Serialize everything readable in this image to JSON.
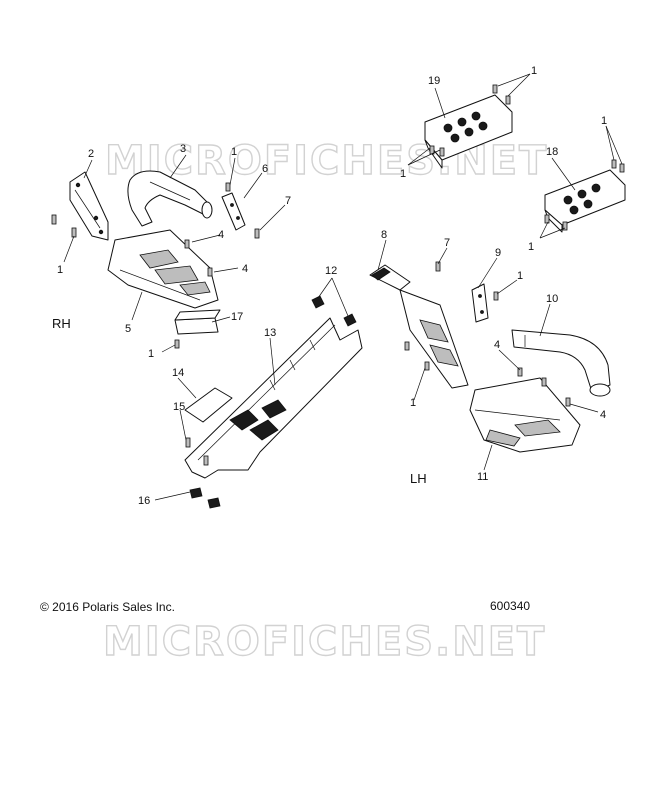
{
  "watermark": "MICROFICHES.NET",
  "side_labels": {
    "right": "RH",
    "left": "LH"
  },
  "footer": {
    "copyright": "© 2016 Polaris Sales Inc.",
    "diagram_number": "600340"
  },
  "callouts": {
    "c1a": "1",
    "c1b": "1",
    "c1c": "1",
    "c1d": "1",
    "c1e": "1",
    "c1f": "1",
    "c1g": "1",
    "c1h": "1",
    "c1i": "1",
    "c2": "2",
    "c3": "3",
    "c4a": "4",
    "c4b": "4",
    "c4c": "4",
    "c4d": "4",
    "c5": "5",
    "c6": "6",
    "c7a": "7",
    "c7b": "7",
    "c8": "8",
    "c9": "9",
    "c10": "10",
    "c11": "11",
    "c12": "12",
    "c13": "13",
    "c14": "14",
    "c15": "15",
    "c16": "16",
    "c17": "17",
    "c18": "18",
    "c19": "19"
  }
}
